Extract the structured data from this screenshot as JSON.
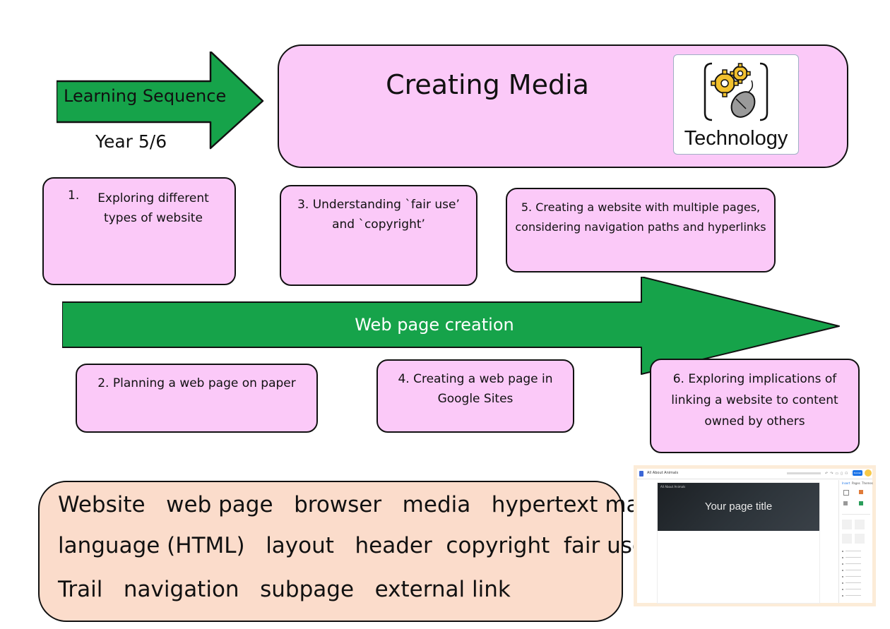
{
  "header": {
    "learning_sequence": "Learning Sequence",
    "year": "Year 5/6",
    "title": "Creating Media",
    "badge_label": "Technology"
  },
  "colors": {
    "arrow_green": "#16a34a",
    "box_pink": "#fbc9f8",
    "vocab_peach": "#fbdccb",
    "border": "#111111"
  },
  "steps": [
    {
      "number": "1.",
      "text": "Exploring different\ntypes of website"
    },
    {
      "text": "2. Planning a web page on paper"
    },
    {
      "text": "3. Understanding `fair use’\nand `copyright’"
    },
    {
      "text": "4. Creating a web page in\nGoogle Sites"
    },
    {
      "text": "5. Creating a website with multiple pages,\nconsidering navigation paths and hyperlinks"
    },
    {
      "text": "6. Exploring implications of\nlinking a website to content\nowned by others"
    }
  ],
  "arrow_label": "Web page creation",
  "vocabulary": {
    "line1": "Website   web page   browser   media   hypertext markup",
    "line2": "language (HTML)   layout   header  copyright  fair use",
    "line3": "Trail   navigation   subpage   external link"
  },
  "screenshot": {
    "site_name": "All About Animals",
    "banner_small": "All About Animals",
    "page_title": "Your page title",
    "tabs": [
      "Insert",
      "Pages",
      "Themes"
    ],
    "publish_label": "Publish"
  }
}
